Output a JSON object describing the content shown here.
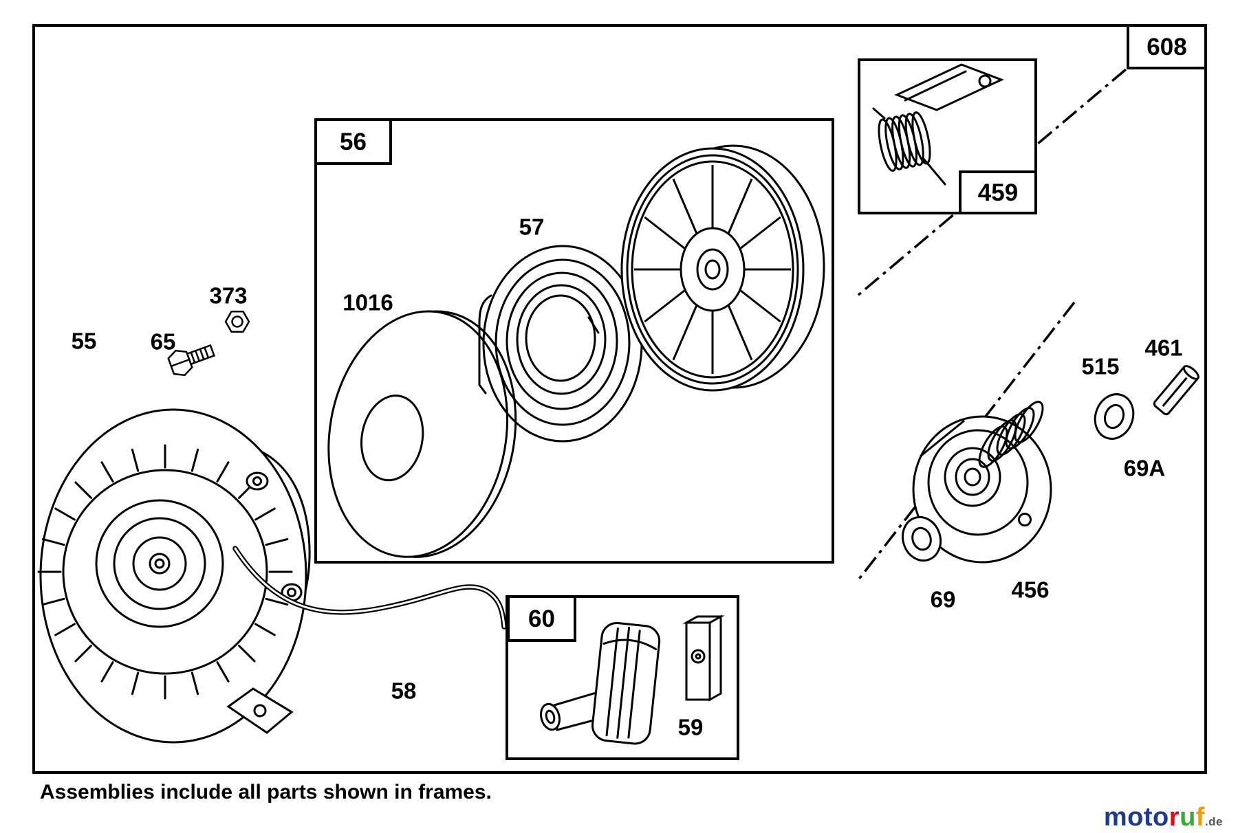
{
  "caption": "Assemblies include all parts shown in frames.",
  "frames": {
    "assembly_608": "608",
    "assembly_56": "56",
    "assembly_459": "459",
    "assembly_60": "60"
  },
  "part_labels": {
    "housing": "55",
    "bolt": "65",
    "nut": "373",
    "disc": "1016",
    "recoil_spring": "57",
    "rope": "58",
    "handle_insert": "59",
    "washer": "69",
    "washer_a": "69A",
    "clutch_retainer": "456",
    "clutch_spring": "515",
    "pin": "461"
  },
  "footer_logo": {
    "segments": [
      {
        "text": "moto",
        "color": "#1e3a8f"
      },
      {
        "text": "r",
        "color": "#e30613"
      },
      {
        "text": "u",
        "color": "#3aaa35"
      },
      {
        "text": "f",
        "color": "#f59c00"
      }
    ],
    "suffix": ".de"
  }
}
